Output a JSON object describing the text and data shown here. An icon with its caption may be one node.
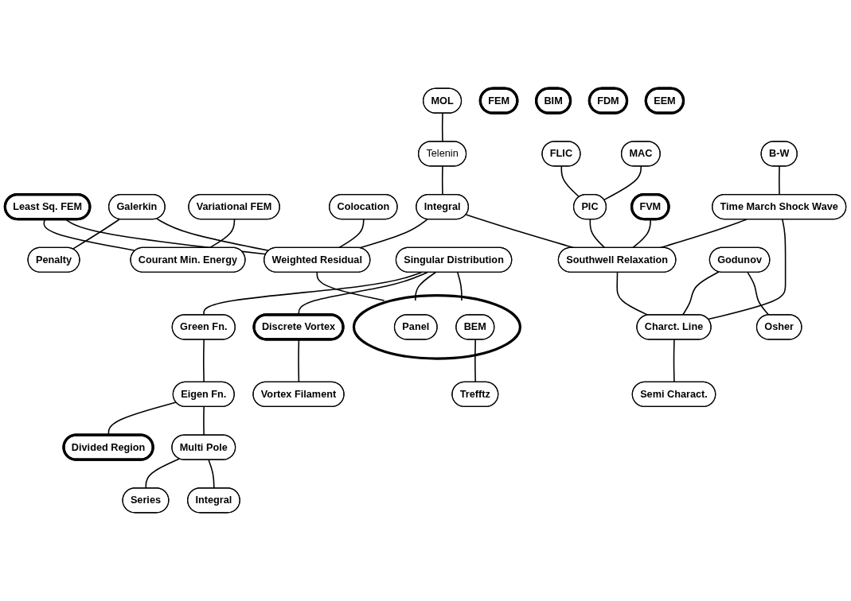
{
  "diagram": {
    "nodes": [
      {
        "text": [
          "Least Sq. FEM"
        ]
      },
      {
        "text": [
          "Penalty"
        ]
      },
      {
        "text": [
          "MOL"
        ]
      },
      {
        "text": [
          "Galerkin"
        ]
      },
      {
        "text": [
          "Telenin"
        ]
      },
      {
        "text": [
          "Variational FEM"
        ]
      },
      {
        "text": [
          "Colocation"
        ]
      },
      {
        "text": [
          "Weighted Residual"
        ]
      },
      {
        "text": [
          "FLIC"
        ]
      },
      {
        "text": [
          "PIC"
        ]
      },
      {
        "text": [
          "Integral"
        ]
      },
      {
        "text": [
          "Courant Min. Energy"
        ]
      },
      {
        "text": [],
        "shape": "circle"
      },
      {
        "text": [
          "Panel"
        ],
        "in": 12
      },
      {
        "text": [
          "BEM"
        ],
        "in": 12
      },
      {
        "text": [
          "Singular Distribution"
        ]
      },
      {
        "text": [
          "MAC"
        ]
      },
      {
        "text": [
          "Trefftz"
        ]
      },
      {
        "text": [
          "B-W"
        ]
      },
      {
        "text": [
          "FVM"
        ]
      },
      {
        "text": [
          "Discrete Vortex"
        ]
      },
      {
        "text": [
          "Time March Shock Wave"
        ]
      },
      {
        "text": [
          "Southwell Relaxation"
        ]
      },
      {
        "text": [
          "FEM"
        ]
      },
      {
        "text": [
          "Green Fn."
        ]
      },
      {
        "text": [
          "Divided Region"
        ]
      },
      {
        "text": [
          "BIM"
        ]
      },
      {
        "text": [
          "Vortex Filament"
        ]
      },
      {
        "text": [
          "Godunov"
        ]
      },
      {
        "text": [
          "Charct. Line"
        ]
      },
      {
        "text": [
          "FDM"
        ]
      },
      {
        "text": [
          "Eigen Fn."
        ]
      },
      {
        "text": [
          "Osher"
        ]
      },
      {
        "text": [
          "EEM"
        ]
      },
      {
        "text": [
          "Series"
        ]
      },
      {
        "text": [
          "Semi Charact."
        ]
      },
      {
        "text": [
          "Multi Pole"
        ]
      },
      {
        "text": [
          "Integral"
        ]
      }
    ],
    "edges": [
      {
        "from": 2,
        "to": 4,
        "arrow": "none"
      },
      {
        "from": 4,
        "to": 10,
        "arrow": "none"
      },
      {
        "from": 5,
        "to": 11,
        "arrow": "none"
      },
      {
        "from": 0,
        "to": 11,
        "arrow": "none"
      },
      {
        "from": 0,
        "to": 7,
        "arrow": "none"
      },
      {
        "from": 3,
        "to": 1,
        "arrow": "none"
      },
      {
        "from": 3,
        "to": 7,
        "arrow": "none"
      },
      {
        "from": 6,
        "to": 7,
        "arrow": "none"
      },
      {
        "from": 10,
        "to": 7,
        "arrow": "none"
      },
      {
        "from": 7,
        "to": 12,
        "arrow": "none"
      },
      {
        "from": 15,
        "to": 12,
        "arrow": "none"
      },
      {
        "from": 15,
        "to": 12,
        "arrow": "none"
      },
      {
        "from": 14,
        "to": 17,
        "arrow": "none"
      },
      {
        "from": 8,
        "to": 9,
        "arrow": "none"
      },
      {
        "from": 16,
        "to": 9,
        "arrow": "none"
      },
      {
        "from": 9,
        "to": 22,
        "arrow": "none"
      },
      {
        "from": 10,
        "to": 22,
        "arrow": "none"
      },
      {
        "from": 18,
        "to": 21,
        "arrow": "none"
      },
      {
        "from": 19,
        "to": 22,
        "arrow": "none"
      },
      {
        "from": 21,
        "to": 22,
        "arrow": "none"
      },
      {
        "from": 21,
        "to": 29,
        "arrow": "none"
      },
      {
        "from": 22,
        "to": 29,
        "arrow": "none"
      },
      {
        "from": 28,
        "to": 29,
        "arrow": "none"
      },
      {
        "from": 28,
        "to": 32,
        "arrow": "none"
      },
      {
        "from": 29,
        "to": 35,
        "arrow": "none"
      },
      {
        "from": 15,
        "to": 24,
        "arrow": "none"
      },
      {
        "from": 15,
        "to": 20,
        "arrow": "none"
      },
      {
        "from": 20,
        "to": 27,
        "arrow": "none"
      },
      {
        "from": 24,
        "to": 31,
        "arrow": "none"
      },
      {
        "from": 31,
        "to": 25,
        "arrow": "none"
      },
      {
        "from": 31,
        "to": 36,
        "arrow": "none"
      },
      {
        "from": 36,
        "to": 34,
        "arrow": "none"
      },
      {
        "from": 36,
        "to": 37,
        "arrow": "none"
      }
    ]
  }
}
